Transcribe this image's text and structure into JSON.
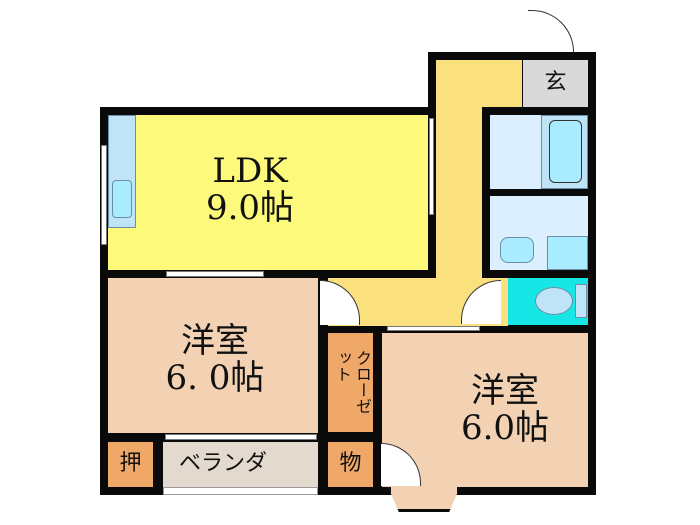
{
  "rooms": {
    "ldk": {
      "name": "LDK",
      "size": "9.0帖"
    },
    "western1": {
      "name": "洋室",
      "size": "6. 0帖"
    },
    "western2": {
      "name": "洋室",
      "size": "6.0帖"
    },
    "entrance": "玄",
    "closet": "クローゼット",
    "oshiire": "押",
    "storage": "物",
    "balcony": "ベランダ"
  },
  "colors": {
    "ldk": "#fdf97a",
    "hall": "#fbe07e",
    "western": "#f3d2b4",
    "storage": "#f0a868",
    "balcony": "#e4d9cf",
    "entrance": "#d9d9d9",
    "bath": "#dcefff",
    "toilet": "#17e6e6",
    "wall": "#0a0a0a"
  }
}
